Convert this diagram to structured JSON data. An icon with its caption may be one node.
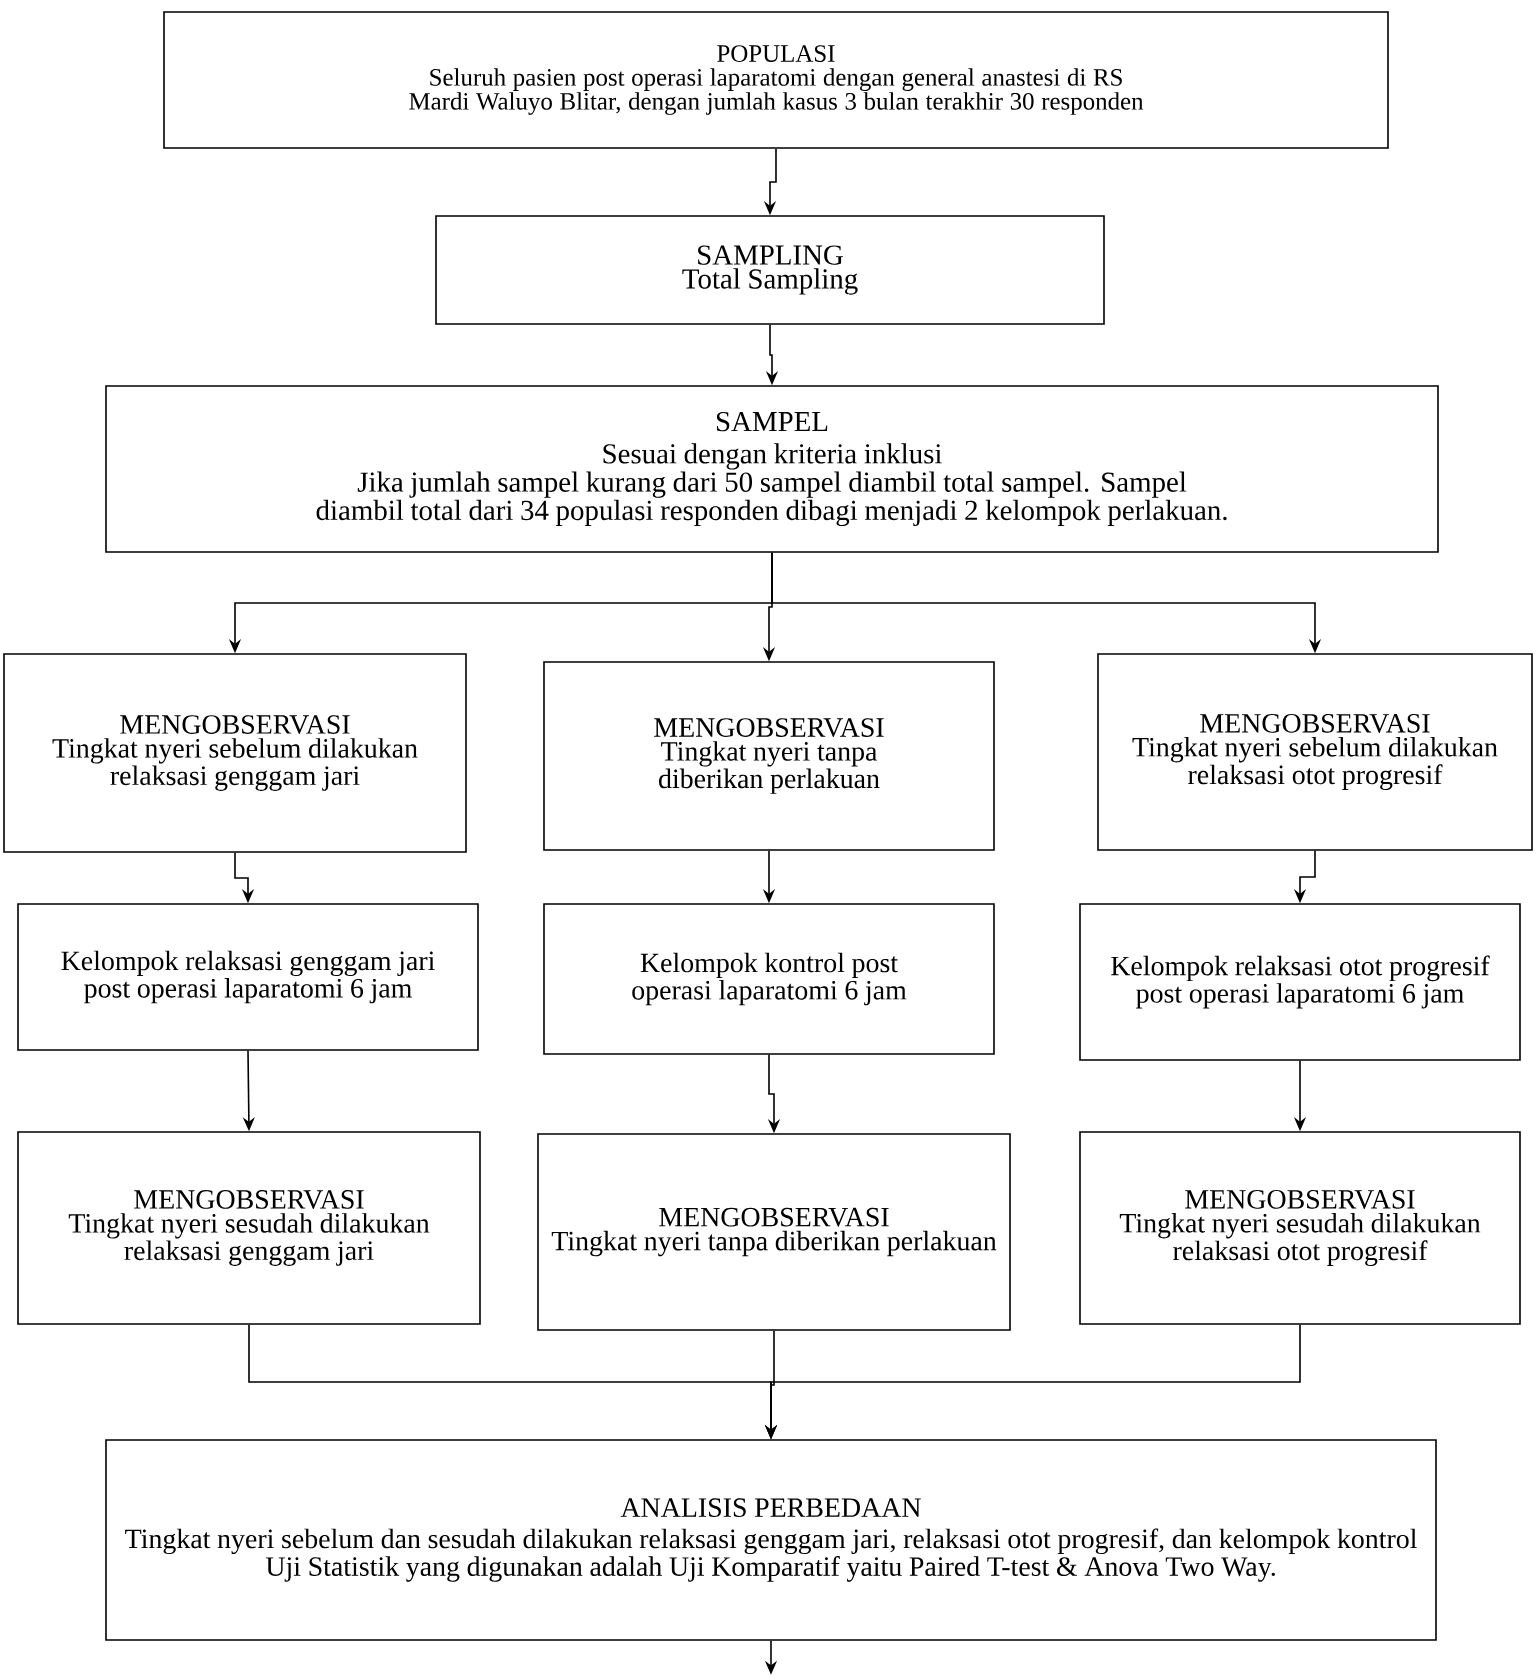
{
  "diagram": {
    "nodes": [
      {
        "text": [
          "POPULASI",
          "Seluruh pasien post operasi laparatomi dengan general anastesi di RS Mardi Waluyo Blitar, dengan jumlah kasus 3 bulan terakhir 30 responden"
        ]
      },
      {
        "text": [
          "SAMPLING",
          "Total Sampling"
        ]
      },
      {
        "text": [
          "SAMPEL",
          "Sesuai dengan kriteria inklusi",
          "Jika jumlah sampel kurang dari 50 sampel diambil total sampel. Sampel diambil total dari 34 populasi responden dibagi menjadi 2 kelompok perlakuan."
        ]
      },
      {
        "text": [
          "MENGOBSERVASI",
          "Tingkat nyeri sebelum dilakukan relaksasi genggam jari"
        ]
      },
      {
        "text": [
          "MENGOBSERVASI",
          "Tingkat nyeri tanpa diberikan perlakuan"
        ]
      },
      {
        "text": [
          "MENGOBSERVASI",
          "Tingkat nyeri sebelum dilakukan relaksasi otot progresif"
        ]
      },
      {
        "text": [
          "Kelompok relaksasi genggam jari post operasi laparatomi 6 jam"
        ]
      },
      {
        "text": [
          "Kelompok kontrol  post operasi laparatomi 6 jam"
        ]
      },
      {
        "text": [
          "Kelompok relaksasi otot progresif post operasi laparatomi 6 jam"
        ]
      },
      {
        "text": [
          "MENGOBSERVASI",
          "Tingkat nyeri sesudah dilakukan relaksasi genggam jari"
        ]
      },
      {
        "text": [
          "MENGOBSERVASI",
          "Tingkat nyeri tanpa diberikan perlakuan"
        ]
      },
      {
        "text": [
          "MENGOBSERVASI",
          "Tingkat nyeri sesudah dilakukan relaksasi otot progresif"
        ]
      },
      {
        "text": [
          "ANALISIS PERBEDAAN",
          "Tingkat nyeri sebelum dan sesudah dilakukan relaksasi genggam jari, relaksasi otot progresif, dan kelompok kontrol",
          "Uji Statistik yang digunakan adalah Uji Komparatif yaitu Paired T-test & Anova Two Way."
        ]
      }
    ],
    "edges": [
      {
        "from": 0,
        "to": 1,
        "arrow": "to"
      },
      {
        "from": 1,
        "to": 2,
        "arrow": "to"
      },
      {
        "from": 2,
        "to": 3,
        "arrow": "to"
      },
      {
        "from": 2,
        "to": 4,
        "arrow": "to"
      },
      {
        "from": 2,
        "to": 5,
        "arrow": "to"
      },
      {
        "from": 3,
        "to": 6,
        "arrow": "to"
      },
      {
        "from": 4,
        "to": 7,
        "arrow": "to"
      },
      {
        "from": 5,
        "to": 8,
        "arrow": "to"
      },
      {
        "from": 6,
        "to": 9,
        "arrow": "to"
      },
      {
        "from": 7,
        "to": 10,
        "arrow": "to"
      },
      {
        "from": 8,
        "to": 11,
        "arrow": "to"
      },
      {
        "from": 9,
        "to": 12,
        "arrow": "to"
      },
      {
        "from": 10,
        "to": 12,
        "arrow": "to"
      },
      {
        "from": 11,
        "to": 12,
        "arrow": "to"
      },
      {
        "from": 12,
        "to": null,
        "arrow": "to"
      }
    ]
  }
}
